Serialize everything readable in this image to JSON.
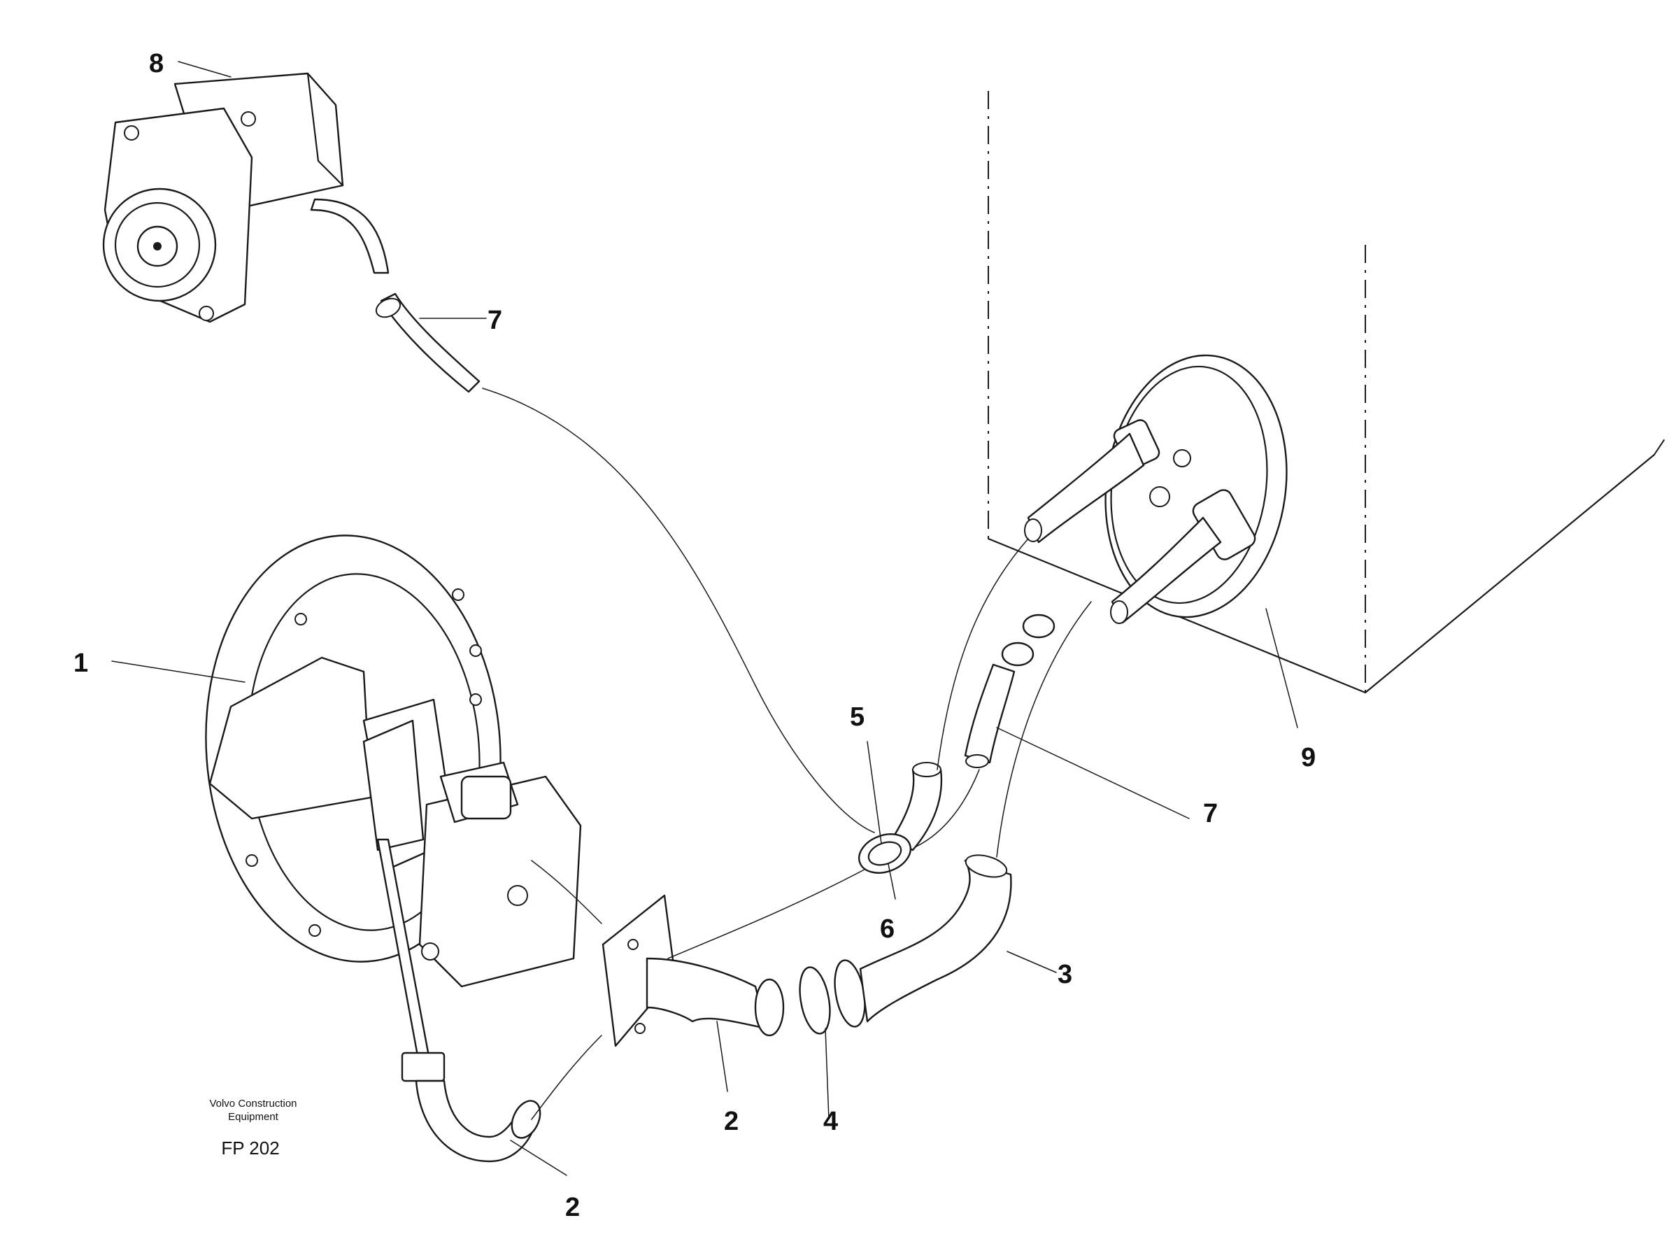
{
  "caption": {
    "company_line1": "Volvo Construction",
    "company_line2": "Equipment",
    "figure_code": "FP 202"
  },
  "callouts": [
    {
      "id": "c1",
      "label": "1"
    },
    {
      "id": "c2a",
      "label": "2"
    },
    {
      "id": "c2b",
      "label": "2"
    },
    {
      "id": "c3",
      "label": "3"
    },
    {
      "id": "c4",
      "label": "4"
    },
    {
      "id": "c5",
      "label": "5"
    },
    {
      "id": "c6",
      "label": "6"
    },
    {
      "id": "c7a",
      "label": "7"
    },
    {
      "id": "c7b",
      "label": "7"
    },
    {
      "id": "c8",
      "label": "8"
    },
    {
      "id": "c9",
      "label": "9"
    }
  ]
}
